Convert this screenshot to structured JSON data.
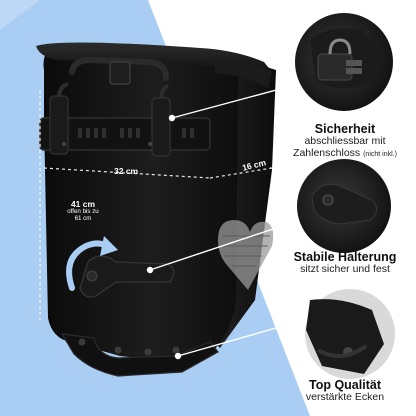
{
  "features": [
    {
      "title": "Sicherheit",
      "lines": [
        "abschliessbar mit",
        "Zahlenschloss"
      ],
      "note": "(nicht inkl.)"
    },
    {
      "title": "Stabile Halterung",
      "lines": [
        "sitzt sicher und fest"
      ]
    },
    {
      "title": "Top Qualität",
      "lines": [
        "verstärkte Ecken"
      ]
    }
  ],
  "dimensions": {
    "width": "32 cm",
    "depth": "16 cm",
    "height": "41 cm",
    "height_note": [
      "offen bis zu",
      "61 cm"
    ]
  },
  "colors": {
    "accent_blue": "#a9cdf3",
    "bag": "#141414",
    "circle_ring": "#ffffff"
  }
}
